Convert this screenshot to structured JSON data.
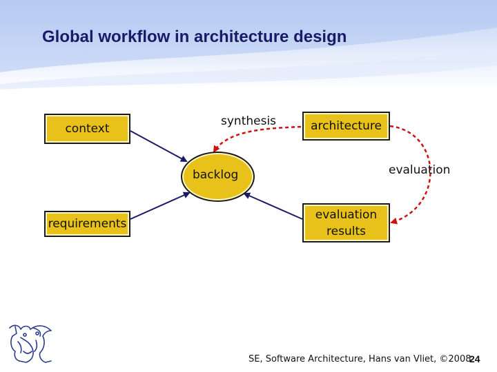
{
  "slide": {
    "title": "Global workflow in architecture design"
  },
  "diagram": {
    "boxes": {
      "context": "context",
      "requirements": "requirements",
      "architecture": "architecture",
      "evaluation_results_line1": "evaluation",
      "evaluation_results_line2": "results"
    },
    "backlog": "backlog",
    "edge_labels": {
      "synthesis": "synthesis",
      "evaluation": "evaluation"
    },
    "colors": {
      "box_fill": "#e8c21a",
      "dashed_arrow": "#cc1111",
      "solid_arrow": "#1a1a66",
      "title": "#1a1a66"
    }
  },
  "footer": {
    "credit": "SE, Software Architecture, Hans van Vliet, ©2008",
    "page_number": "24"
  },
  "logo": {
    "icon": "university-crest-icon"
  }
}
